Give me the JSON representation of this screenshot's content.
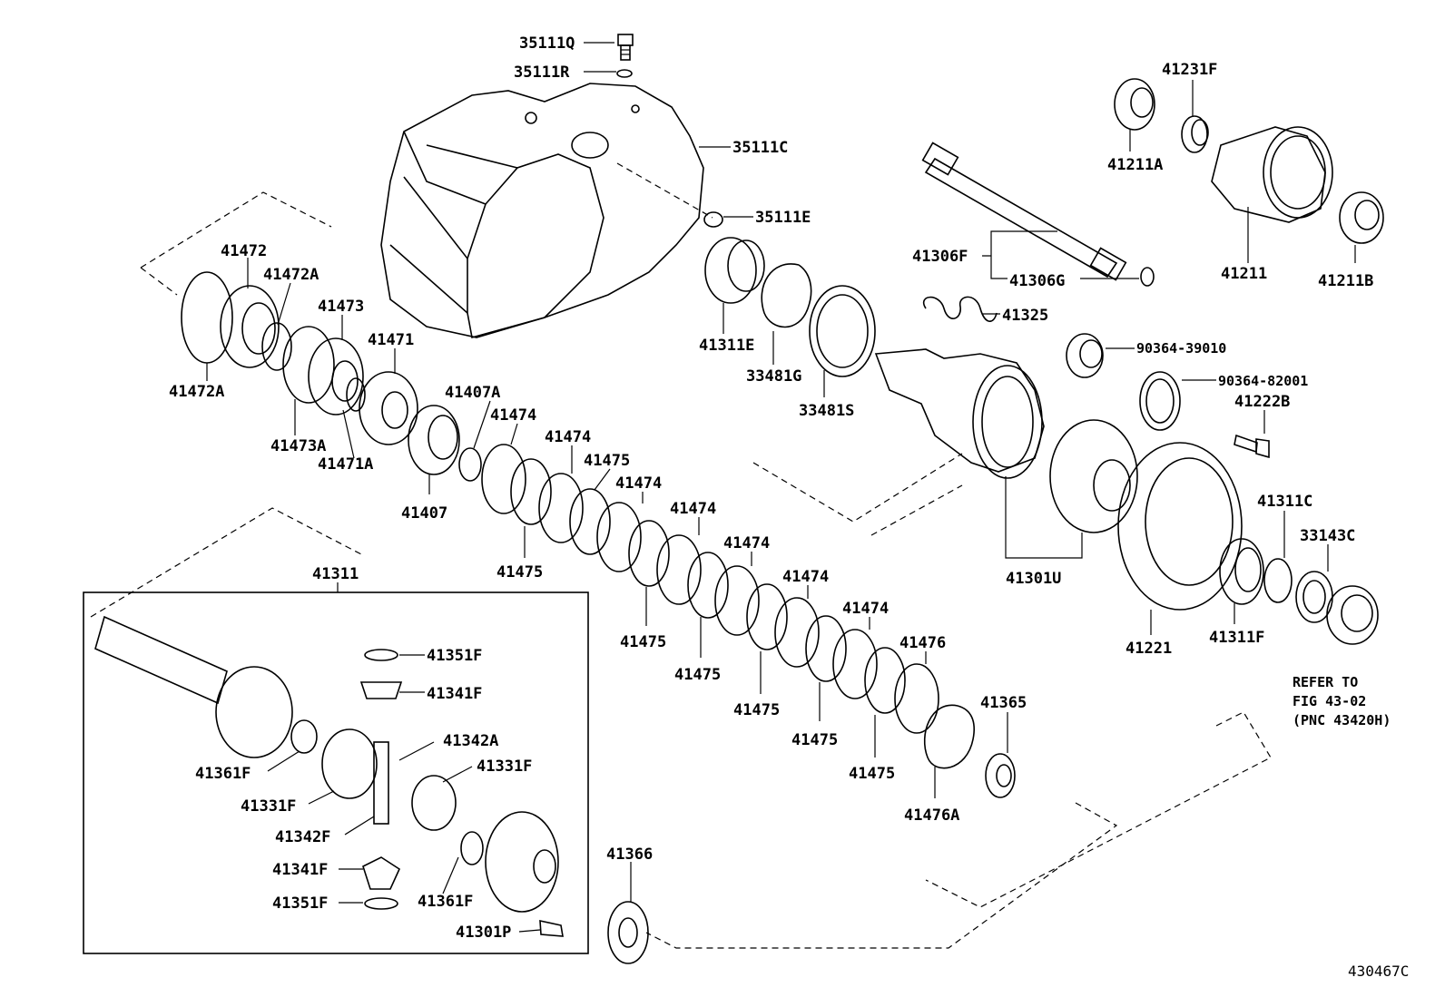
{
  "diagram_id": "430467C",
  "note": [
    "REFER TO",
    "FIG 43-02",
    "(PNC 43420H)"
  ],
  "labels": {
    "p35111Q": "35111Q",
    "p35111R": "35111R",
    "p35111C": "35111C",
    "p35111E": "35111E",
    "p41231F": "41231F",
    "p41211A": "41211A",
    "p41211": "41211",
    "p41211B": "41211B",
    "p41306F": "41306F",
    "p41306G": "41306G",
    "p41325": "41325",
    "p90364_39010": "90364-39010",
    "p90364_82001": "90364-82001",
    "p41222B": "41222B",
    "p41311E": "41311E",
    "p33481G": "33481G",
    "p33481S": "33481S",
    "p41472": "41472",
    "p41472A": "41472A",
    "p41472A_b": "41472A",
    "p41473": "41473",
    "p41473A": "41473A",
    "p41471": "41471",
    "p41471A": "41471A",
    "p41407A": "41407A",
    "p41407": "41407",
    "p41474_1": "41474",
    "p41474_2": "41474",
    "p41474_3": "41474",
    "p41474_4": "41474",
    "p41474_5": "41474",
    "p41474_6": "41474",
    "p41474_7": "41474",
    "p41475_1": "41475",
    "p41475_2": "41475",
    "p41475_3": "41475",
    "p41475_4": "41475",
    "p41475_5": "41475",
    "p41475_6": "41475",
    "p41475_7": "41475",
    "p41476": "41476",
    "p41476A": "41476A",
    "p41365": "41365",
    "p41366": "41366",
    "p41301U": "41301U",
    "p41221": "41221",
    "p41311C": "41311C",
    "p41311F": "41311F",
    "p33143C": "33143C",
    "p41311": "41311",
    "p41351F_1": "41351F",
    "p41341F_1": "41341F",
    "p41342A": "41342A",
    "p41331F_1": "41331F",
    "p41361F_1": "41361F",
    "p41331F_2": "41331F",
    "p41342F": "41342F",
    "p41341F_2": "41341F",
    "p41351F_2": "41351F",
    "p41361F_2": "41361F",
    "p41301P": "41301P"
  }
}
